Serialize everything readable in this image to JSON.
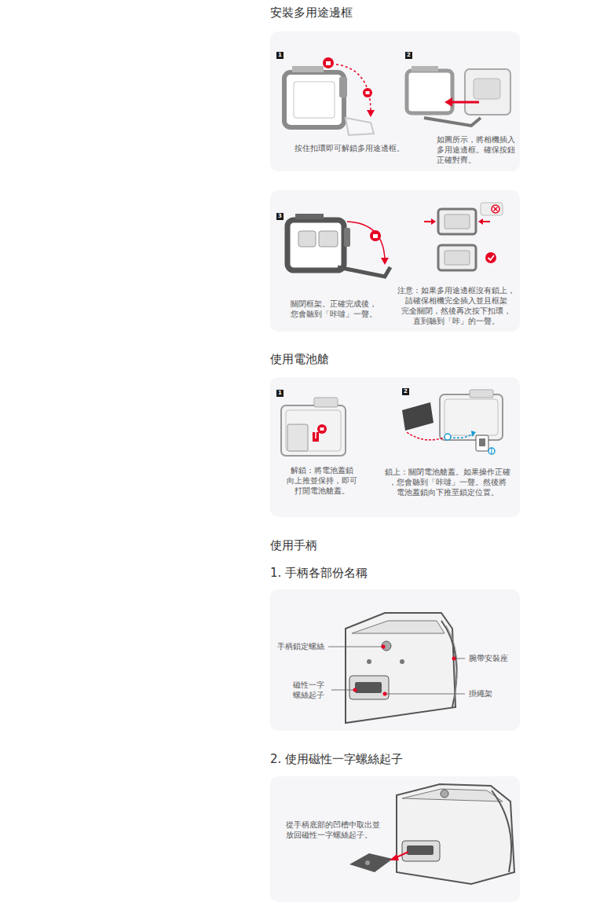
{
  "diagram": {
    "nodes": [
      {
        "text": [
          "1",
          "2",
          "按住扣環即可解鎖多用途邊框。",
          "如圖所示，將相機插入 多用途邊框。確保按鈕 正確對齊。"
        ]
      },
      {
        "text": [
          "3",
          "關閉框架。正確完成後， 您會聽到「咔噠」一聲。",
          "注意：如果多用途邊框沒有鎖上， 請確保相機完全插入並且框架 完全關閉，然後再次按下扣環， 直到聽到「咔」的一聲。"
        ]
      },
      {
        "text": [
          "1",
          "2",
          "解鎖：將電池蓋鎖 向上推並保持，即可 打開電池艙蓋。",
          "鎖上：關閉電池艙蓋。如果操作正確 ，您會聽到「咔噠」一聲。然後將 電池蓋鎖向下推至鎖定位置。"
        ]
      },
      {
        "text": [
          "手柄鎖定螺絲",
          "腕帶安裝座",
          "磁性一字 螺絲起子",
          "掛繩架"
        ]
      },
      {
        "text": [
          "從手柄底部的凹槽中取出並 放回磁性一字螺絲起子。"
        ]
      }
    ],
    "labels": [
      "安裝多用途邊框",
      "使用電池艙",
      "使用手柄",
      "1. 手柄各部份名稱",
      "2. 使用磁性一字螺絲起子"
    ]
  }
}
